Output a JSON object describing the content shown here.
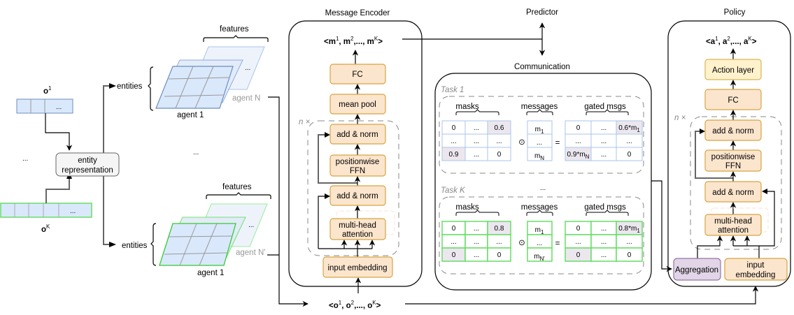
{
  "obs_inputs": {
    "first": {
      "base": "o",
      "sup": "1",
      "cell_ellipsis": "..."
    },
    "last": {
      "base": "o",
      "sup": "K",
      "cell_ellipsis": "..."
    },
    "between_ellipsis": "..."
  },
  "entity_representation": {
    "line1": "entity",
    "line2": "representation"
  },
  "entity_tensors": [
    {
      "entities_label": "entities",
      "features_label": "features",
      "front_label": "agent 1",
      "back_label": "agent N",
      "ellipsis": "...",
      "color": "#6c8ebf"
    },
    {
      "entities_label": "entities",
      "features_label": "features",
      "front_label": "agent 1",
      "back_label": "agent N'",
      "ellipsis": "...",
      "color": "#66dd66"
    }
  ],
  "tensors_between_ellipsis": "...",
  "message_encoder": {
    "title": "Message Encoder",
    "output": {
      "prefix": "<",
      "items": [
        {
          "b": "m",
          "s": "1"
        },
        {
          "b": "m",
          "s": "2"
        },
        {
          "b": "m",
          "s": "K"
        }
      ],
      "sep": ", ",
      "ellipsis": ",..., ",
      "suffix": ">"
    },
    "repeat_label": "n ×",
    "blocks": {
      "fc": "FC",
      "mean_pool": "mean pool",
      "add_norm_top": "add & norm",
      "ffn_line1": "positionwise",
      "ffn_line2": "FFN",
      "add_norm_bottom": "add & norm",
      "mha_line1": "multi-head",
      "mha_line2": "attention",
      "input_embedding": "input embedding"
    }
  },
  "observations_row": {
    "prefix": "<",
    "items": [
      {
        "b": "o",
        "s": "1"
      },
      {
        "b": "o",
        "s": "2"
      },
      {
        "b": "o",
        "s": "K"
      }
    ],
    "suffix": ">"
  },
  "predictor": {
    "title": "Predictor"
  },
  "communication": {
    "title": "Communication",
    "between_ellipsis": "...",
    "tasks": [
      {
        "label": "Task 1",
        "masks_label": "masks",
        "messages_label": "messages",
        "gated_label": "gated msgs",
        "hadamard": "⊙",
        "equals": "=",
        "masks": [
          [
            "0",
            "...",
            "0.6"
          ],
          [
            "...",
            "...",
            "..."
          ],
          [
            "0.9",
            "...",
            "0"
          ]
        ],
        "mask_highlight": [
          [
            0,
            2
          ],
          [
            2,
            0
          ]
        ],
        "messages": [
          "m1",
          "...",
          "mN"
        ],
        "messages_sub": [
          [
            "m",
            "1"
          ],
          [
            "...",
            ""
          ],
          [
            "m",
            "N"
          ]
        ],
        "gated": [
          [
            "0",
            "...",
            "0.6*m1"
          ],
          [
            "...",
            "...",
            "..."
          ],
          [
            "0.9*mN",
            "...",
            "0"
          ]
        ],
        "gated_highlight": [
          [
            0,
            2
          ],
          [
            2,
            0
          ]
        ],
        "border_color": "#a9c4eb"
      },
      {
        "label": "Task K",
        "masks_label": "masks",
        "messages_label": "messages",
        "gated_label": "gated msgs",
        "hadamard": "⊙",
        "equals": "=",
        "masks": [
          [
            "0",
            "...",
            "0.8"
          ],
          [
            "...",
            "...",
            "..."
          ],
          [
            "0",
            "...",
            "0"
          ]
        ],
        "mask_highlight": [
          [
            0,
            2
          ],
          [
            2,
            0
          ]
        ],
        "messages": [
          "m1",
          "...",
          "mN'"
        ],
        "messages_sub": [
          [
            "m",
            "1"
          ],
          [
            "...",
            ""
          ],
          [
            "m",
            "N'"
          ]
        ],
        "gated": [
          [
            "0",
            "...",
            "0.8*m1"
          ],
          [
            "...",
            "...",
            "..."
          ],
          [
            "0",
            "...",
            "0"
          ]
        ],
        "gated_highlight": [
          [
            0,
            2
          ],
          [
            2,
            0
          ]
        ],
        "border_color": "#66dd66"
      }
    ]
  },
  "policy": {
    "title": "Policy",
    "output": {
      "prefix": "<",
      "items": [
        {
          "b": "a",
          "s": "1"
        },
        {
          "b": "a",
          "s": "2"
        },
        {
          "b": "a",
          "s": "K"
        }
      ],
      "suffix": ">"
    },
    "repeat_label": "n ×",
    "blocks": {
      "action_layer": "Action layer",
      "fc": "FC",
      "add_norm_top": "add & norm",
      "ffn_line1": "positionwise",
      "ffn_line2": "FFN",
      "add_norm_bottom": "add & norm",
      "mha_line1": "multi-head",
      "mha_line2": "attention",
      "aggregation": "Aggregation",
      "emb_line1": "input",
      "emb_line2": "embedding"
    }
  }
}
